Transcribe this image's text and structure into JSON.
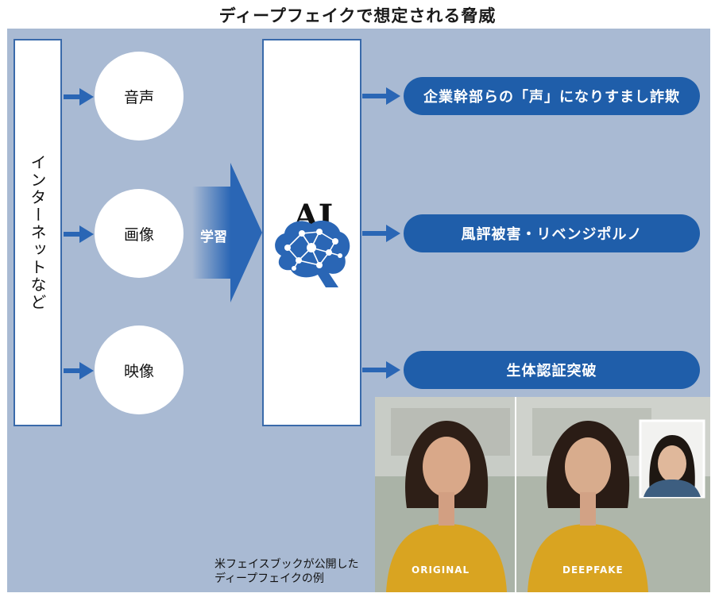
{
  "title": "ディープフェイクで想定される脅威",
  "source": {
    "label": "インターネットなど"
  },
  "media": [
    {
      "label": "音声"
    },
    {
      "label": "画像"
    },
    {
      "label": "映像"
    }
  ],
  "learning": {
    "label": "学習"
  },
  "ai": {
    "label": "AI",
    "icon": "brain-network-icon"
  },
  "threats": [
    {
      "label": "企業幹部らの「声」になりすまし詐欺"
    },
    {
      "label": "風評被害・リベンジポルノ"
    },
    {
      "label": "生体認証突破"
    }
  ],
  "photo": {
    "original_label": "ORIGINAL",
    "deepfake_label": "DEEPFAKE",
    "caption_line1": "米フェイスブックが公開した",
    "caption_line2": "ディープフェイクの例"
  },
  "colors": {
    "panel": "#a9bad3",
    "accent": "#1f5eaa",
    "arrow": "#2a66b5"
  }
}
